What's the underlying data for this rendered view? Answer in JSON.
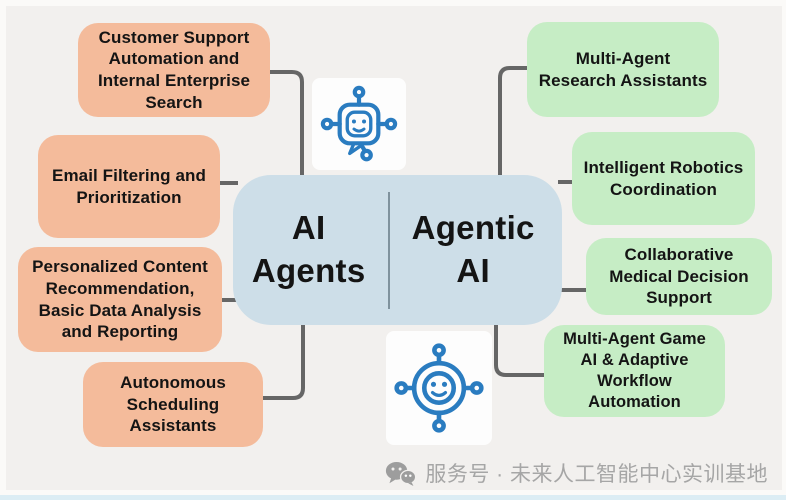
{
  "center": {
    "left_label": "AI\nAgents",
    "right_label": "Agentic\nAI"
  },
  "left_boxes": [
    {
      "label": "Customer Support\nAutomation and\nInternal Enterprise\nSearch"
    },
    {
      "label": "Email Filtering and\nPrioritization"
    },
    {
      "label": "Personalized Content\nRecommendation,\nBasic Data Analysis\nand Reporting"
    },
    {
      "label": "Autonomous\nScheduling\nAssistants"
    }
  ],
  "right_boxes": [
    {
      "label": "Multi-Agent\nResearch Assistants"
    },
    {
      "label": "Intelligent Robotics\nCoordination"
    },
    {
      "label": "Collaborative\nMedical Decision\nSupport"
    },
    {
      "label": "Multi-Agent Game\nAI & Adaptive\nWorkflow\nAutomation"
    }
  ],
  "icons": {
    "top_icon": "chat-bot-icon",
    "bottom_icon": "circle-bot-icon",
    "watermark_icon": "wechat-icon"
  },
  "watermark": {
    "text": "服务号 · 未来人工智能中心实训基地"
  },
  "colors": {
    "left_box": "#f4bb9b",
    "right_box": "#c6edc5",
    "center_box": "#cddee8",
    "connector": "#666666",
    "icon_blue": "#2a7cc0",
    "background": "#f2f0ee",
    "watermark_gray": "#a6a6a6"
  }
}
